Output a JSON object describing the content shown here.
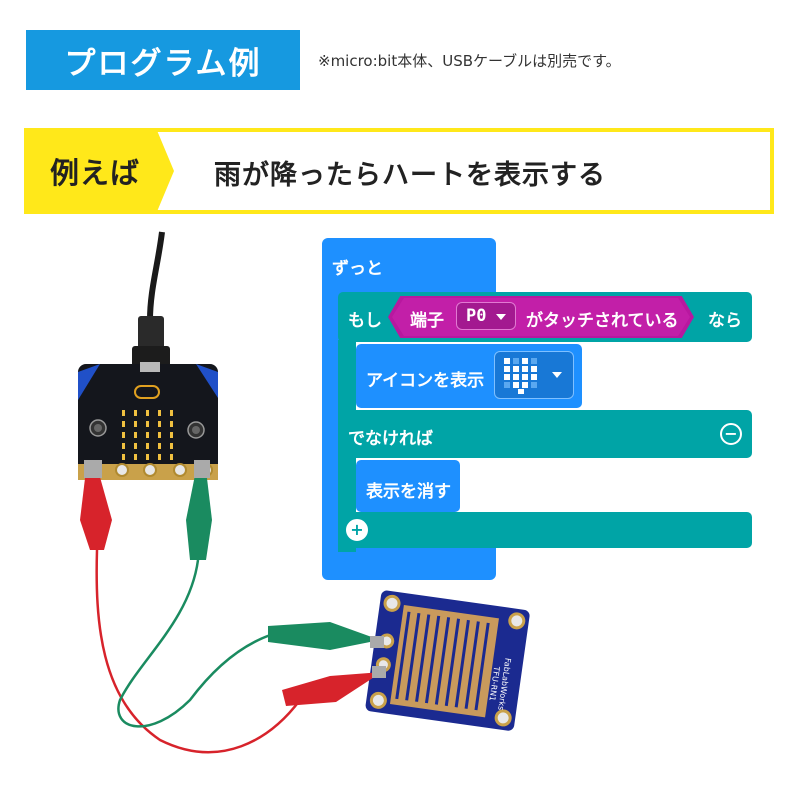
{
  "header": {
    "title": "プログラム例",
    "note": "※micro:bit本体、USBケーブルは別売です。"
  },
  "banner": {
    "tag": "例えば",
    "text": "雨が降ったらハートを表示する"
  },
  "code": {
    "forever": "ずっと",
    "if_label": "もし",
    "then_label": "なら",
    "touch_prefix": "端子",
    "touch_pin": "P0",
    "touch_suffix": "がタッチされている",
    "show_icon": "アイコンを表示",
    "else_label": "でなければ",
    "clear_screen": "表示を消す"
  },
  "board_label": {
    "line1": "FabLabWorks",
    "line2": "TFU-RN1"
  },
  "colors": {
    "accent_blue": "#1699e0",
    "banner_yellow": "#ffe81a",
    "block_blue": "#1e90ff",
    "block_teal": "#00a4a6",
    "block_magenta": "#c21fa8"
  }
}
